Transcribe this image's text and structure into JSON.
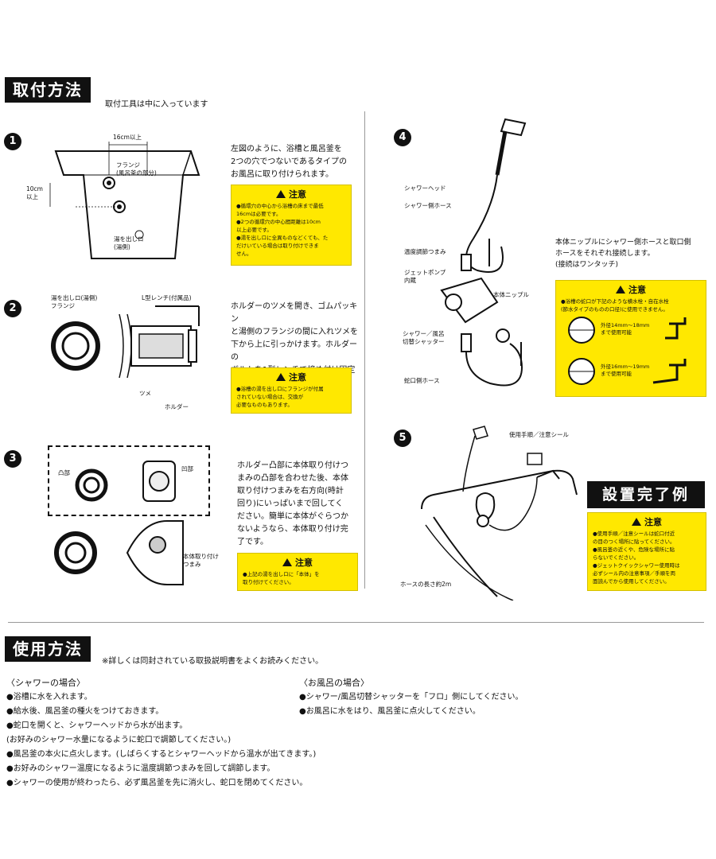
{
  "install": {
    "title": "取付方法",
    "subtitle": "取付工具は中に入っています"
  },
  "steps": {
    "s1": {
      "num": "1",
      "text": "左図のように、浴槽と風呂釜を\n2つの穴でつないであるタイプの\nお風呂に取り付けられます。",
      "labels": {
        "dim_top": "16cm以上",
        "flange": "フランジ\n(風呂釜の部分)",
        "dim_side": "10cm\n以上",
        "outlet": "湯を出しロ\n(湯側)"
      },
      "warn_title": "注意",
      "warn_items": "●循環穴の中心から浴槽の床まで最低\n  16cmは必要です。\n●2つの循環穴の中心間距離は10cm\n  以上必要です。\n●湯を出しロに全異ものなどくても、た\n  だけいている場合は取り付けできま\n  せん。"
    },
    "s2": {
      "num": "2",
      "text": "ホルダーのツメを開き、ゴムパッキン\nと湯側のフランジの間に入れツメを\n下から上に引っかけます。ホルダーの\nボルトを1型レンチで締め付け固定\nします。",
      "labels": {
        "flange": "湯を出しロ(湯側)\nフランジ",
        "wrench": "L型レンチ(付属品)",
        "claw": "ツメ",
        "holder": "ホルダー"
      },
      "warn_title": "注意",
      "warn_items": "●浴槽の湯を出しロにフランジが付属\n  されていない場合は、交換が\n  必要なものもあります。"
    },
    "s3": {
      "num": "3",
      "text": "ホルダー凸部に本体取り付けつ\nまみの凸部を合わせた後、本体\n取り付けつまみを右方向(時計\n回り)にいっぱいまで回してく\nださい。簡単に本体がぐらつか\nないようなら、本体取り付け完\n了です。",
      "labels": {
        "convex": "凸部",
        "recess": "凹部",
        "knob": "本体取り付け\nつまみ"
      },
      "warn_title": "注意",
      "warn_items": "●上記の湯を出しロに「本体」を\n  取り付けてください。"
    },
    "s4": {
      "num": "4",
      "text": "本体ニップルにシャワー側ホースと取口側\nホースをそれぞれ接続します。\n(接続はワンタッチ)",
      "labels": {
        "head": "シャワーヘッド",
        "hose": "シャワー側ホース",
        "temp": "温度調節つまみ",
        "pump": "ジェットポンプ\n内蔵",
        "nipple": "本体ニップル",
        "shutter": "シャワー／風呂\n切替シャッター",
        "faucet_hose": "蛇口側ホース"
      },
      "warn_title": "注意",
      "warn_items": "●浴槽の蛇口が下記のような横水栓・自在水栓\n  (節水タイプのものの口径)に使用できません。",
      "faucet1": "外径14mm〜18mm\nまで使用可能",
      "faucet2": "外径16mm〜19mm\nまで使用可能"
    },
    "s5": {
      "num": "5",
      "labels": {
        "seal": "使用手順／注意シール",
        "hose_len": "ホースの長さ約2m"
      },
      "done_title": "設置完了例",
      "warn_title": "注意",
      "warn_items": "●使用手順／注意シールは蛇口付近\n  の目のつく場所に貼ってください。\n●風呂釜の近くや、危険な場所に貼\n  らないでください。\n●ジェットクイックシャワー使用時は\n  必ずシール内の注意事項／手順を両\n  面読んでから使用してください。"
    }
  },
  "usage": {
    "title": "使用方法",
    "subtitle": "※詳しくは同封されている取扱説明書をよくお読みください。",
    "shower_head": "〈シャワーの場合〉",
    "shower_lines": [
      "●浴槽に水を入れます。",
      "●給水後、風呂釜の種火をつけておきます。",
      "●蛇口を開くと、シャワーヘッドから水が出ます。",
      "(お好みのシャワー水量になるように蛇口で調節してください。)",
      "●風呂釜の本火に点火します。(しばらくするとシャワーヘッドから温水が出てきます。)",
      "●お好みのシャワー温度になるように温度調節つまみを回して調節します。",
      "●シャワーの使用が終わったら、必ず風呂釜を先に消火し、蛇口を閉めてください。"
    ],
    "bath_head": "〈お風呂の場合〉",
    "bath_lines": [
      "●シャワー/風呂切替シャッターを「フロ」側にしてください。",
      "●お風呂に水をはり、風呂釜に点火してください。"
    ]
  }
}
